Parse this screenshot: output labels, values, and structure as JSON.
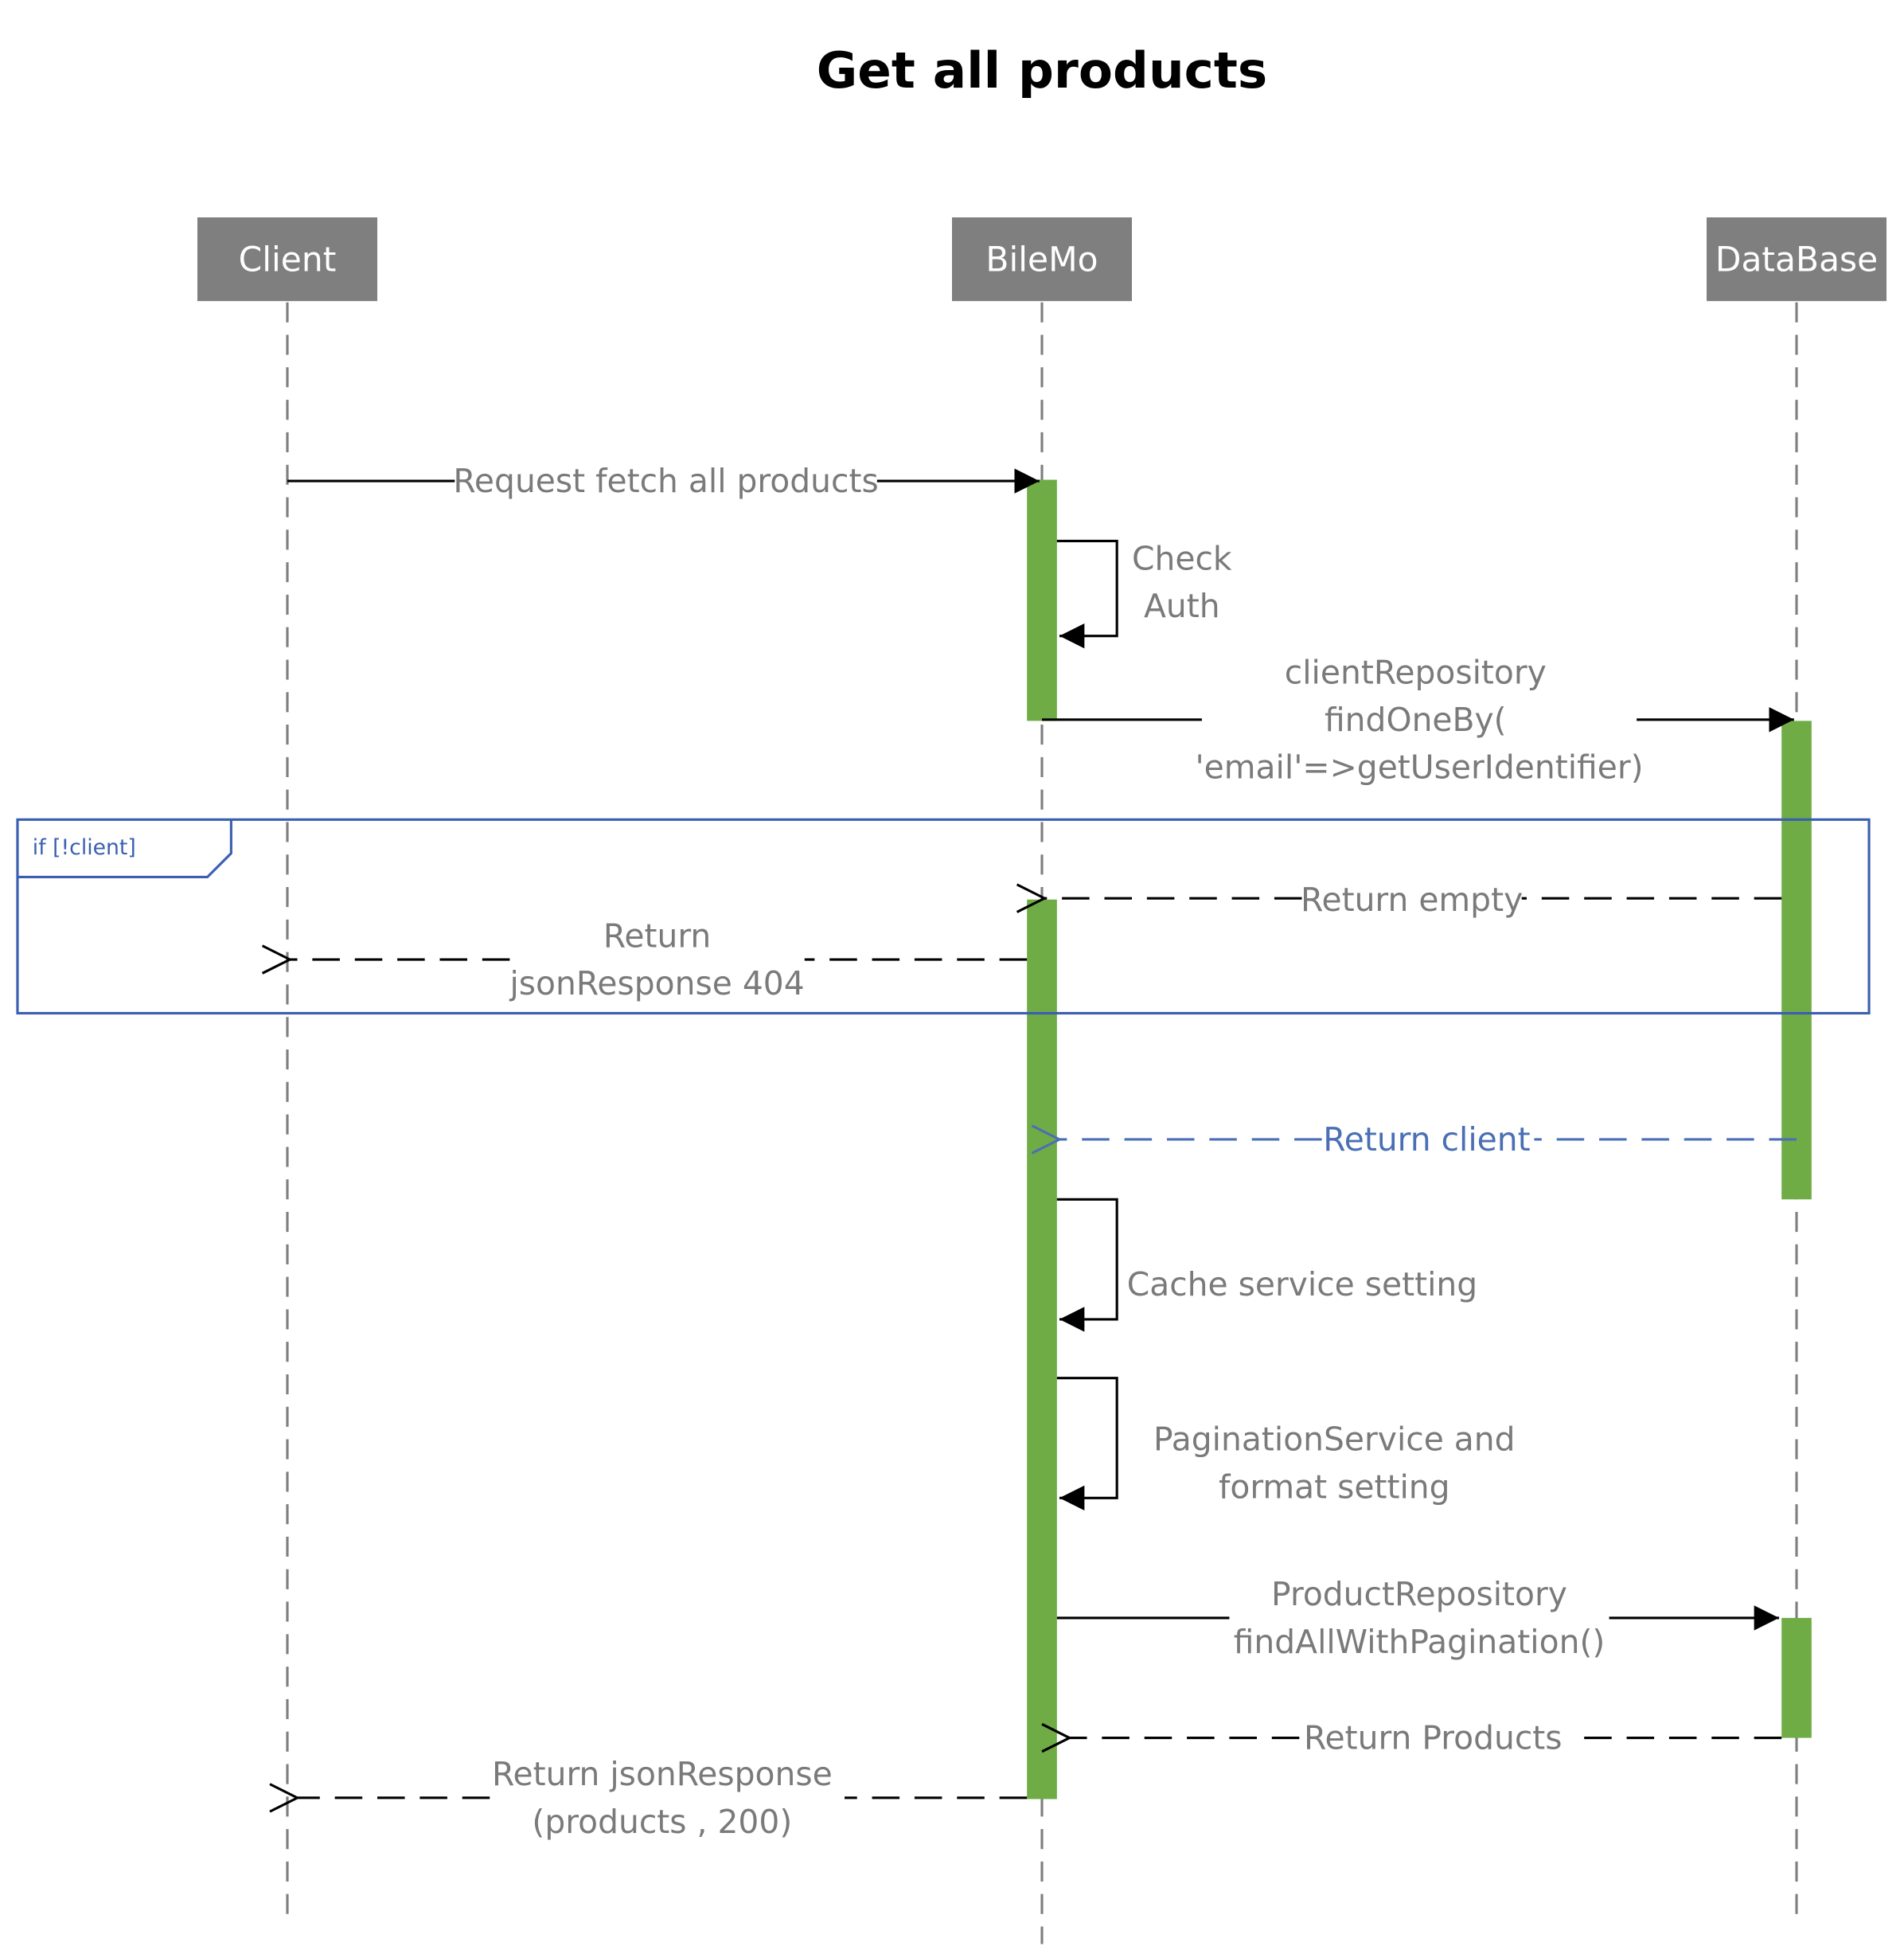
{
  "title": "Get all products",
  "actors": [
    "Client",
    "BileMo",
    "DataBase"
  ],
  "frame": {
    "guard": "if [!client]"
  },
  "messages": {
    "request": "Request fetch all products",
    "check_auth": [
      "Check",
      "Auth"
    ],
    "client_repo": [
      "clientRepository",
      "findOneBy(",
      "'email'=>getUserIdentifier)"
    ],
    "return_empty": "Return empty",
    "return_404": [
      "Return",
      "jsonResponse 404"
    ],
    "return_client": "Return client",
    "cache": "Cache service setting",
    "pagination": [
      "PaginationService and",
      "format setting"
    ],
    "product_repo": [
      "ProductRepository",
      "findAllWithPagination()"
    ],
    "return_products": "Return Products",
    "return_200": [
      "Return jsonResponse",
      "(products , 200)"
    ]
  },
  "colors": {
    "actor_box": "#7f7f7f",
    "activation": "#6fac46",
    "frame": "#3b5fb0",
    "return_client": "#4a6fb5",
    "line": "#000000",
    "label": "#7a7a7a"
  }
}
